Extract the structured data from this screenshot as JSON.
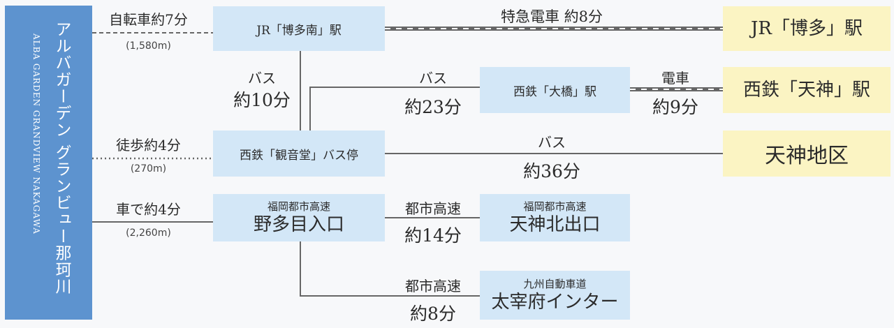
{
  "origin": {
    "name_jp": "アルバガーデン グランビュー那珂川",
    "name_en": "ALBA GARDEN GRANDVIEW NAKAGAWA"
  },
  "stations": {
    "hakataminami": "JR「博多南」駅",
    "hakata": "JR「博多」駅",
    "ohashi": "西鉄「大橋」駅",
    "tenjin": "西鉄「天神」駅",
    "kannondo": "西鉄「観音堂」バス停",
    "tenjin_area": "天神地区",
    "nota_sub": "福岡都市高速",
    "nota_main": "野多目入口",
    "tenjinkita_sub": "福岡都市高速",
    "tenjinkita_main": "天神北出口",
    "dazaifu_sub": "九州自動車道",
    "dazaifu_main": "太宰府インター"
  },
  "routes": {
    "bike": {
      "mode": "自転車約7分",
      "dist": "(1,580m)"
    },
    "walk": {
      "mode": "徒歩約4分",
      "dist": "(270m)"
    },
    "car": {
      "mode": "車で約4分",
      "dist": "(2,260m)"
    },
    "hakataminami_hakata": "特急電車 約8分",
    "bus1": {
      "mode": "バス",
      "time": "約10分"
    },
    "bus2": {
      "mode": "バス",
      "time": "約23分"
    },
    "train": {
      "mode": "電車",
      "time": "約9分"
    },
    "bus3": {
      "mode": "バス",
      "time": "約36分"
    },
    "exp1": {
      "mode": "都市高速",
      "time": "約14分"
    },
    "exp2": {
      "mode": "都市高速",
      "time": "約8分"
    }
  },
  "colors": {
    "origin": "#5d93cf",
    "station_box": "#d3e7f7",
    "destination_box": "#fbf4c3",
    "line": "#666666"
  }
}
